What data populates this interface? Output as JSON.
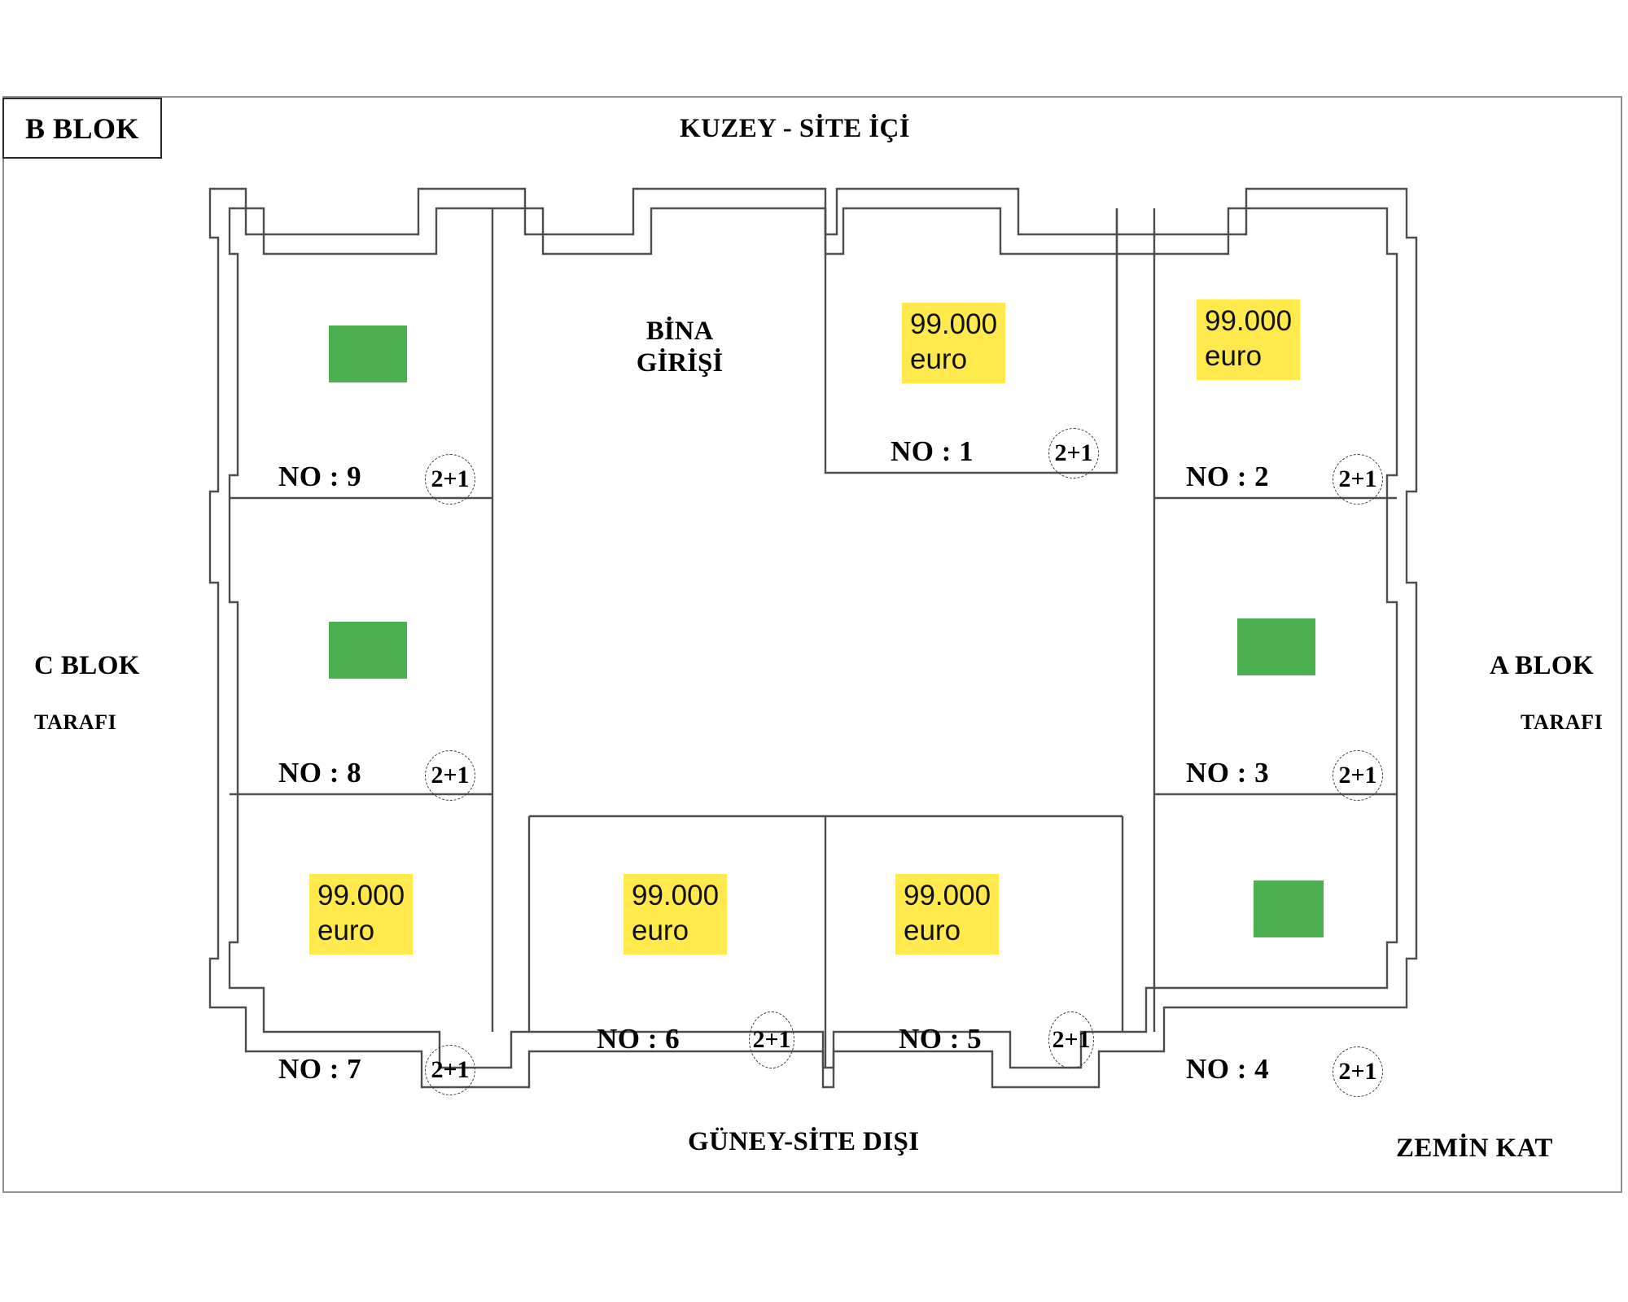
{
  "page": {
    "title_top": "KUZEY - SİTE İÇİ",
    "title_bottom": "GÜNEY-SİTE DIŞI",
    "floor_label": "ZEMİN KAT",
    "entry_line1": "BİNA",
    "entry_line2": "GİRİŞİ",
    "block_tag": "B BLOK"
  },
  "sides": {
    "left_block": "C BLOK",
    "left_sub": "TARAFI",
    "right_block": "A BLOK",
    "right_sub": "TARAFI"
  },
  "colors": {
    "price_highlight": "#FFE94D",
    "green_marker": "#4CAF50",
    "wall_stroke": "#4d4d4d",
    "frame_stroke": "#8e8e8e",
    "text": "#000000"
  },
  "units": [
    {
      "id": "u1",
      "no_label": "NO : 1",
      "type_label": "2+1",
      "price": "99.000",
      "currency": "euro",
      "has_price": true,
      "has_green": false
    },
    {
      "id": "u2",
      "no_label": "NO : 2",
      "type_label": "2+1",
      "price": "99.000",
      "currency": "euro",
      "has_price": true,
      "has_green": false
    },
    {
      "id": "u3",
      "no_label": "NO : 3",
      "type_label": "2+1",
      "price": "",
      "currency": "",
      "has_price": false,
      "has_green": true
    },
    {
      "id": "u4",
      "no_label": "NO : 4",
      "type_label": "2+1",
      "price": "",
      "currency": "",
      "has_price": false,
      "has_green": true
    },
    {
      "id": "u5",
      "no_label": "NO : 5",
      "type_label": "2+1",
      "price": "99.000",
      "currency": "euro",
      "has_price": true,
      "has_green": false
    },
    {
      "id": "u6",
      "no_label": "NO : 6",
      "type_label": "2+1",
      "price": "99.000",
      "currency": "euro",
      "has_price": true,
      "has_green": false
    },
    {
      "id": "u7",
      "no_label": "NO : 7",
      "type_label": "2+1",
      "price": "99.000",
      "currency": "euro",
      "has_price": true,
      "has_green": false
    },
    {
      "id": "u8",
      "no_label": "NO : 8",
      "type_label": "2+1",
      "price": "",
      "currency": "",
      "has_price": false,
      "has_green": true
    },
    {
      "id": "u9",
      "no_label": "NO : 9",
      "type_label": "2+1",
      "price": "",
      "currency": "",
      "has_price": false,
      "has_green": true
    }
  ]
}
